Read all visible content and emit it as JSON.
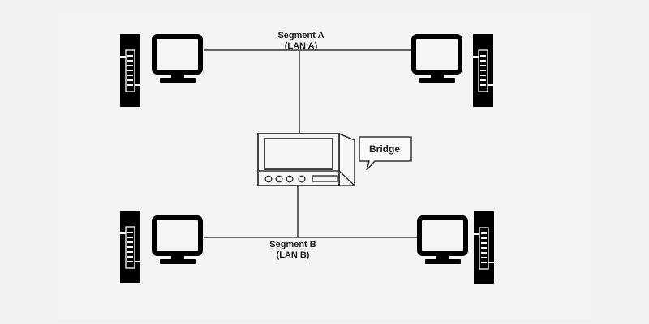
{
  "diagram": {
    "title": "Network bridge connecting two LAN segments",
    "colors": {
      "background": "#f2f2f2",
      "stroke": "#000000",
      "line": "#333333"
    },
    "segments": [
      {
        "id": "segment-a",
        "name": "Segment A",
        "sub": "(LAN A)"
      },
      {
        "id": "segment-b",
        "name": "Segment B",
        "sub": "(LAN B)"
      }
    ],
    "bridge": {
      "icon": "bridge-device-icon",
      "callout_label": "Bridge"
    },
    "nodes": [
      {
        "id": "top-left",
        "segment": "segment-a",
        "icons": [
          "switch-tower-icon",
          "monitor-icon"
        ]
      },
      {
        "id": "top-right",
        "segment": "segment-a",
        "icons": [
          "monitor-icon",
          "switch-tower-icon"
        ]
      },
      {
        "id": "bottom-left",
        "segment": "segment-b",
        "icons": [
          "switch-tower-icon",
          "monitor-icon"
        ]
      },
      {
        "id": "bottom-right",
        "segment": "segment-b",
        "icons": [
          "monitor-icon",
          "switch-tower-icon"
        ]
      }
    ]
  }
}
